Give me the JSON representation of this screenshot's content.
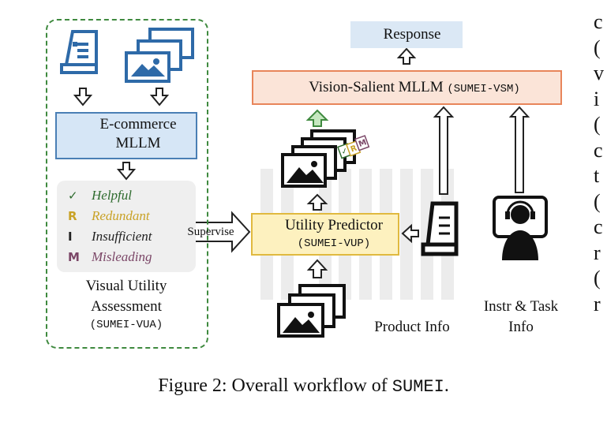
{
  "vua": {
    "model_label": "E-commerce MLLM",
    "labels": [
      {
        "glyph": "✓",
        "name": "Helpful",
        "color": "#2e6b2e"
      },
      {
        "glyph": "R",
        "name": "Redundant",
        "color": "#c9a227"
      },
      {
        "glyph": "I",
        "name": "Insufficient",
        "color": "#222222"
      },
      {
        "glyph": "M",
        "name": "Misleading",
        "color": "#7b4667"
      }
    ],
    "title": "Visual Utility Assessment",
    "subtitle": "(SUMEI-VUA)"
  },
  "response_label": "Response",
  "vsm": {
    "name": "Vision-Salient MLLM",
    "code": "(SUMEI-VSM)"
  },
  "vup": {
    "name": "Utility Predictor",
    "code": "(SUMEI-VUP)"
  },
  "supervise_label": "Supervise",
  "product_info_label": "Product Info",
  "instr_label": "Instr & Task Info",
  "caption": {
    "prefix": "Figure 2: Overall workflow of",
    "name": "SUMEI",
    "suffix": "."
  },
  "cut_text": [
    "c",
    "(",
    "v",
    "i",
    "(",
    "c",
    "t",
    "(",
    "c",
    "r",
    "(",
    "r"
  ],
  "colors": {
    "green": "#3f8a3f",
    "blue": "#4a7fb5",
    "orange": "#e8855a",
    "yellow": "#e0b93f",
    "fire": "#ff6a00"
  },
  "icons": [
    "document-icon",
    "image-stack-icon",
    "snowflake-icon",
    "fire-icon",
    "shopping-cart-icon",
    "person-headset-icon"
  ]
}
